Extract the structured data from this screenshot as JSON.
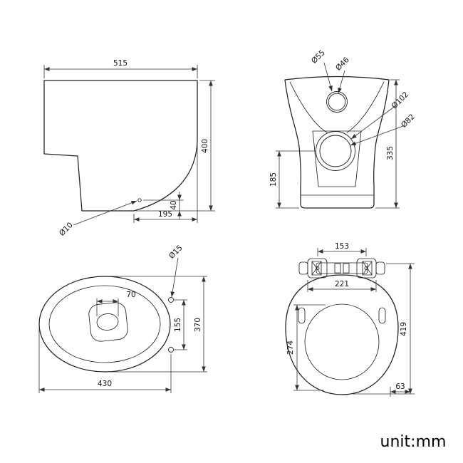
{
  "footer": {
    "unit_label": "unit:mm"
  },
  "colors": {
    "line": "#222222",
    "dimension": "#333333",
    "background": "#ffffff"
  },
  "side_view": {
    "width": "515",
    "height": "400",
    "hole_height": "40",
    "base_offset": "195",
    "fixing_hole": "Ø10"
  },
  "front_view": {
    "inlet_outer": "Ø55",
    "inlet_inner": "Ø46",
    "outlet_outer": "Ø102",
    "outlet_inner": "Ø82",
    "height": "335",
    "outlet_height": "185"
  },
  "plan_view": {
    "flush_width": "70",
    "seat_hole": "Ø15",
    "hole_spacing": "155",
    "width": "370",
    "length": "430"
  },
  "seat_view": {
    "hinge_spacing": "153",
    "hinge_width": "221",
    "inner_length": "274",
    "length": "419",
    "edge_offset": "63"
  }
}
